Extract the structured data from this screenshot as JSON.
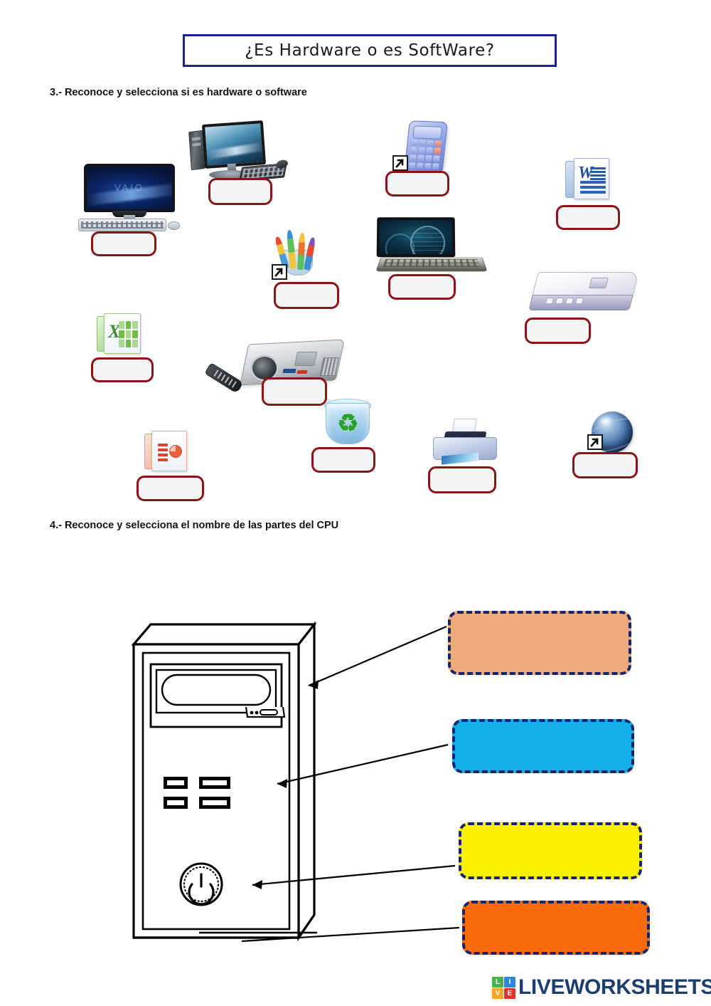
{
  "worksheet": {
    "title": "¿Es Hardware o es SoftWare?",
    "instruction_3": "3.-  Reconoce y selecciona si es hardware o software",
    "instruction_4": "4.- Reconoce  y selecciona el nombre de las partes  del CPU"
  },
  "section3": {
    "items": [
      {
        "id": "aio-desktop",
        "icon_name": "all-in-one-computer-image",
        "label_on_screen": "VAIO",
        "answer_value": "",
        "has_shortcut_badge": false
      },
      {
        "id": "desktop-pc",
        "icon_name": "desktop-computer-image",
        "label_on_screen": "",
        "answer_value": "",
        "has_shortcut_badge": false
      },
      {
        "id": "calculator",
        "icon_name": "calculator-icon",
        "label_on_screen": "",
        "answer_value": "",
        "has_shortcut_badge": true
      },
      {
        "id": "word",
        "icon_name": "microsoft-word-icon",
        "label_on_screen": "W",
        "answer_value": "",
        "has_shortcut_badge": false
      },
      {
        "id": "paint-brushes",
        "icon_name": "paint-brushes-icon",
        "label_on_screen": "",
        "answer_value": "",
        "has_shortcut_badge": true
      },
      {
        "id": "laptop",
        "icon_name": "laptop-computer-image",
        "label_on_screen": "",
        "answer_value": "",
        "has_shortcut_badge": false
      },
      {
        "id": "scanner",
        "icon_name": "flatbed-scanner-image",
        "label_on_screen": "",
        "answer_value": "",
        "has_shortcut_badge": false
      },
      {
        "id": "excel",
        "icon_name": "microsoft-excel-icon",
        "label_on_screen": "X",
        "answer_value": "",
        "has_shortcut_badge": false
      },
      {
        "id": "projector",
        "icon_name": "projector-image",
        "label_on_screen": "",
        "answer_value": "",
        "has_shortcut_badge": false
      },
      {
        "id": "recycle-bin",
        "icon_name": "recycle-bin-icon",
        "label_on_screen": "",
        "answer_value": "",
        "has_shortcut_badge": false
      },
      {
        "id": "powerpoint",
        "icon_name": "microsoft-powerpoint-icon",
        "label_on_screen": "",
        "answer_value": "",
        "has_shortcut_badge": false
      },
      {
        "id": "printer",
        "icon_name": "printer-image",
        "label_on_screen": "",
        "answer_value": "",
        "has_shortcut_badge": false
      },
      {
        "id": "internet-globe",
        "icon_name": "internet-globe-icon",
        "label_on_screen": "",
        "answer_value": "",
        "has_shortcut_badge": true
      }
    ],
    "blank_border_color": "#8a1418",
    "blank_fill_color": "#f4f4f4"
  },
  "section4": {
    "diagram_name": "cpu-tower-diagram",
    "options": [
      {
        "id": "opt-1",
        "fill": "#f0a97a",
        "value": "",
        "points_to": "cd-dvd-drive"
      },
      {
        "id": "opt-2",
        "fill": "#14aee8",
        "value": "",
        "points_to": "usb-ports-area"
      },
      {
        "id": "opt-3",
        "fill": "#faf000",
        "value": "",
        "points_to": "power-button"
      },
      {
        "id": "opt-4",
        "fill": "#f96a0a",
        "value": "",
        "points_to": "tower-case-base"
      }
    ],
    "option_border_color": "#16256b"
  },
  "footer": {
    "logo_tiles": [
      {
        "letter": "L",
        "color": "#4caf50"
      },
      {
        "letter": "I",
        "color": "#2e86d4"
      },
      {
        "letter": "V",
        "color": "#f5a623"
      },
      {
        "letter": "E",
        "color": "#e0342b"
      }
    ],
    "logo_text": "LIVEWORKSHEETS",
    "logo_text_color": "#1b3d70"
  }
}
